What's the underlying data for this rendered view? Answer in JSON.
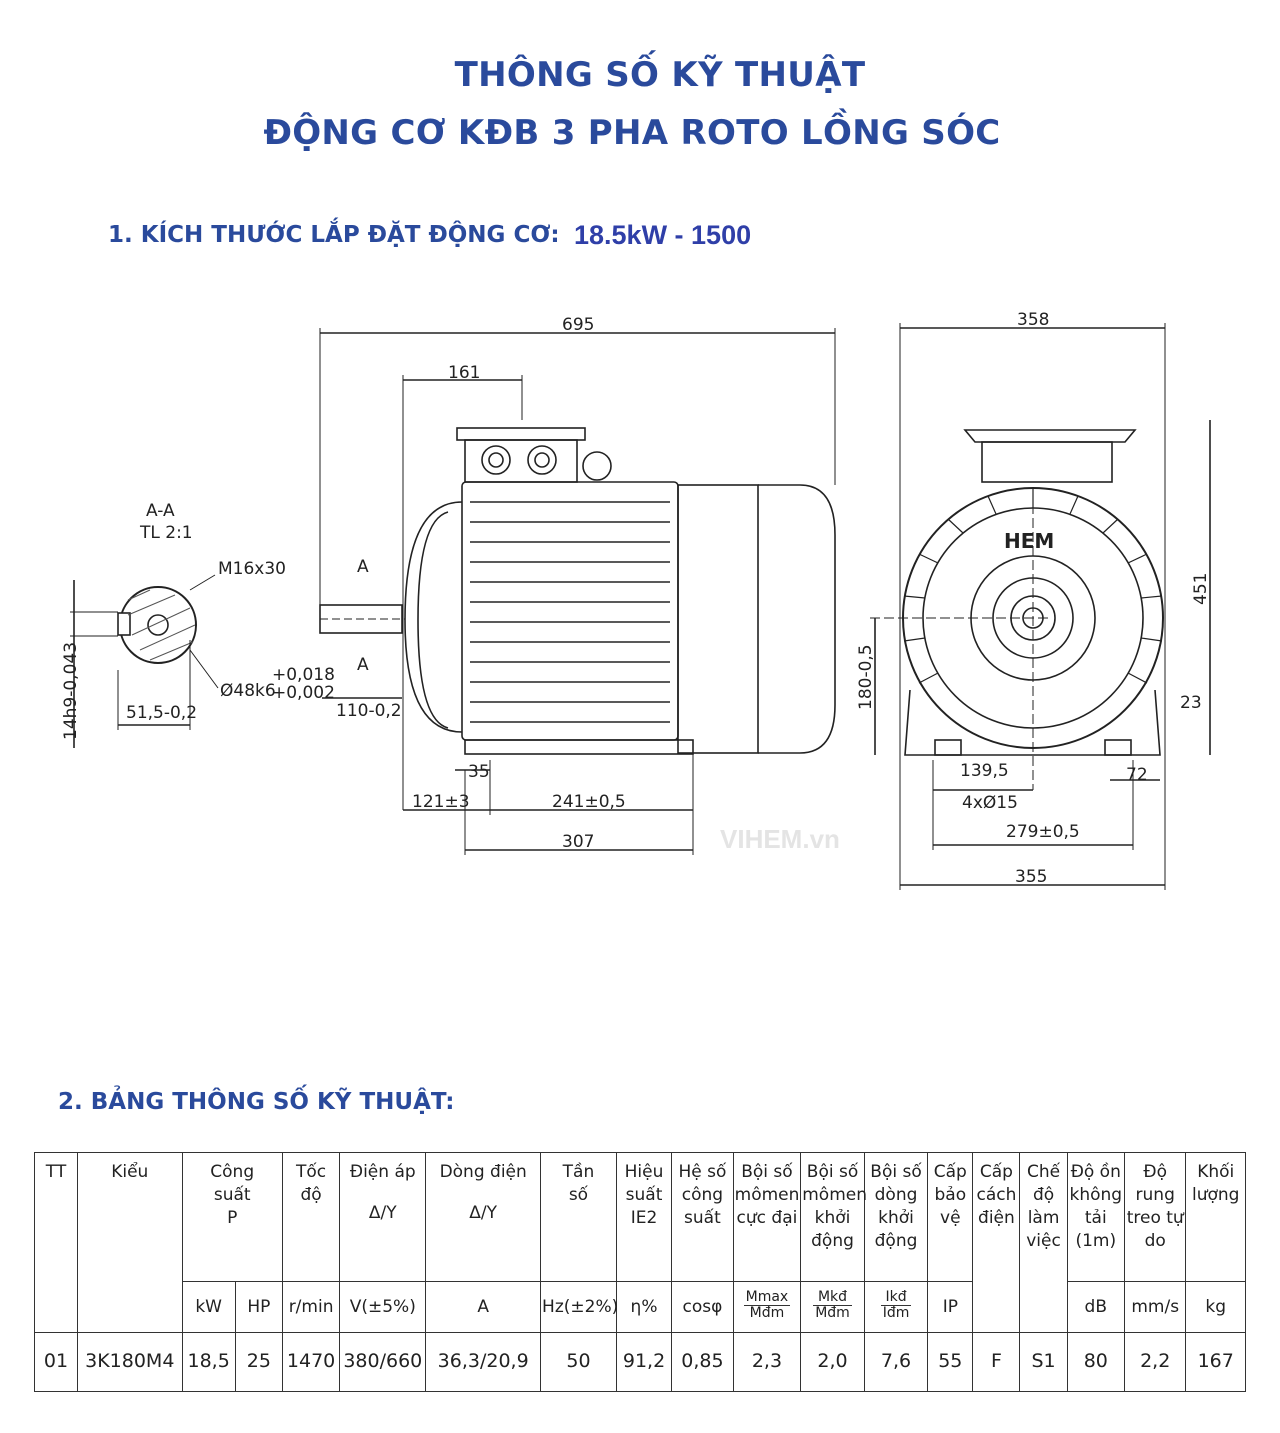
{
  "header": {
    "title_line1": "THÔNG SỐ KỸ THUẬT",
    "title_line2": "ĐỘNG CƠ KĐB 3 PHA ROTO LỒNG SÓC"
  },
  "section1": {
    "label": "1. KÍCH THƯỚC LẮP ĐẶT ĐỘNG CƠ:",
    "model_value": "18.5kW - 1500"
  },
  "drawing": {
    "section_label": "A-A",
    "scale_label": "TL 2:1",
    "thread": "M16x30",
    "shaft_dia": "Ø48k6",
    "shaft_tol_upper": "+0,018",
    "shaft_tol_lower": "+0,002",
    "key_height": "14h9-0,043",
    "key_depth": "51,5-0,2",
    "cut_mark": "A",
    "overall_length": "695",
    "terminal_offset": "161",
    "shaft_length": "110-0,2",
    "foot_dist": "35",
    "front_to_foot": "121±3",
    "foot_spacing": "241±0,5",
    "foot_length": "307",
    "width_top": "358",
    "height_total": "451",
    "center_height": "180-0,5",
    "foot_thickness": "23",
    "half_width": "139,5",
    "foot_holes": "4xØ15",
    "foot_width": "72",
    "foot_hole_spacing": "279±0,5",
    "base_width": "355",
    "logo_text": "HEM",
    "watermark": "VIHEM.vn"
  },
  "section2": {
    "label": "2. BẢNG THÔNG SỐ KỸ THUẬT:"
  },
  "table": {
    "headers": {
      "tt": "TT",
      "kieu": "Kiểu",
      "cong_suat": [
        "Công",
        "suất",
        "P"
      ],
      "toc_do": [
        "Tốc",
        "độ"
      ],
      "dien_ap": [
        "Điện áp",
        "",
        "Δ/Y"
      ],
      "dong_dien": [
        "Dòng điện",
        "",
        "Δ/Y"
      ],
      "tan_so": [
        "Tần",
        "số"
      ],
      "hieu_suat": [
        "Hiệu",
        "suất",
        "IE2"
      ],
      "he_so_cong_suat": [
        "Hệ số",
        "công",
        "suất"
      ],
      "boi_so_momen_cuc_dai": [
        "Bội số",
        "mômen",
        "cực đại"
      ],
      "boi_so_momen_khoi_dong": [
        "Bội số",
        "mômen",
        "khởi",
        "động"
      ],
      "boi_so_dong_khoi_dong": [
        "Bội số",
        "dòng",
        "khởi",
        "động"
      ],
      "cap_bao_ve": [
        "Cấp",
        "bảo",
        "vệ"
      ],
      "cap_cach_dien": [
        "Cấp",
        "cách",
        "điện"
      ],
      "che_do_lam_viec": [
        "Chế",
        "độ",
        "làm",
        "việc"
      ],
      "do_on": [
        "Độ ồn",
        "không",
        "tải (1m)"
      ],
      "do_rung": [
        "Độ",
        "rung",
        "treo tự",
        "do"
      ],
      "khoi_luong": [
        "Khối",
        "lượng"
      ]
    },
    "units": {
      "kw": "kW",
      "hp": "HP",
      "rmin": "r/min",
      "v": "V(±5%)",
      "a": "A",
      "hz": "Hz(±2%)",
      "eta": "η%",
      "cos": "cosφ",
      "mmax_top": "Mmax",
      "mmax_bot": "Mđm",
      "mkd_top": "Mkđ",
      "mkd_bot": "Mđm",
      "ikd_top": "Ikđ",
      "ikd_bot": "Iđm",
      "ip": "IP",
      "db": "dB",
      "mms": "mm/s",
      "kg": "kg"
    },
    "rows": [
      {
        "tt": "01",
        "kieu": "3K180M4",
        "kw": "18,5",
        "hp": "25",
        "rmin": "1470",
        "voltage": "380/660",
        "current": "36,3/20,9",
        "hz": "50",
        "eff": "91,2",
        "cos": "0,85",
        "mmax": "2,3",
        "mkd": "2,0",
        "ikd": "7,6",
        "ip": "55",
        "insulation": "F",
        "duty": "S1",
        "noise": "80",
        "vibration": "2,2",
        "weight": "167"
      }
    ]
  }
}
